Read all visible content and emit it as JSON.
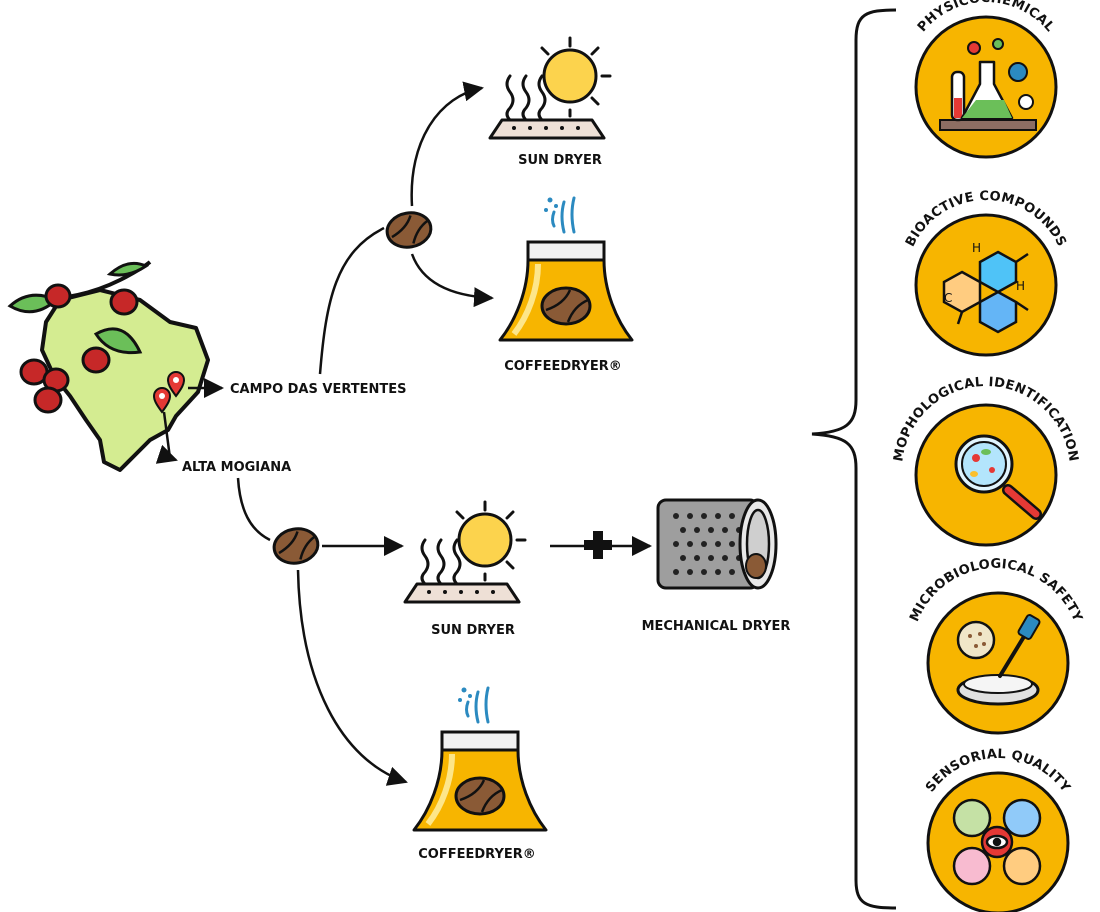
{
  "regions": {
    "campo": "CAMPO DAS VERTENTES",
    "alta": "ALTA MOGIANA"
  },
  "dryers": {
    "sun_top": "SUN DRYER",
    "coffeedryer_top": "COFFEEDRYER®",
    "sun_bottom": "SUN DRYER",
    "mechanical": "MECHANICAL DRYER",
    "coffeedryer_bottom": "COFFEEDRYER®"
  },
  "analyses": [
    {
      "label": "PHYSICOCHEMICAL",
      "icon": "lab-flask-icon"
    },
    {
      "label": "BIOACTIVE COMPOUNDS",
      "icon": "molecule-icon"
    },
    {
      "label": "MOPHOLOGICAL IDENTIFICATION",
      "icon": "magnifier-microbe-icon"
    },
    {
      "label": "MICROBIOLOGICAL SAFETY",
      "icon": "petri-dish-icon"
    },
    {
      "label": "SENSORIAL  QUALITY",
      "icon": "senses-icon"
    }
  ],
  "colors": {
    "badge": "#f7b500",
    "sun": "#fcd34d",
    "bean": "#7a5230",
    "map": "#d4ec91",
    "pin": "#e53935",
    "steam": "#2b8ac0"
  }
}
